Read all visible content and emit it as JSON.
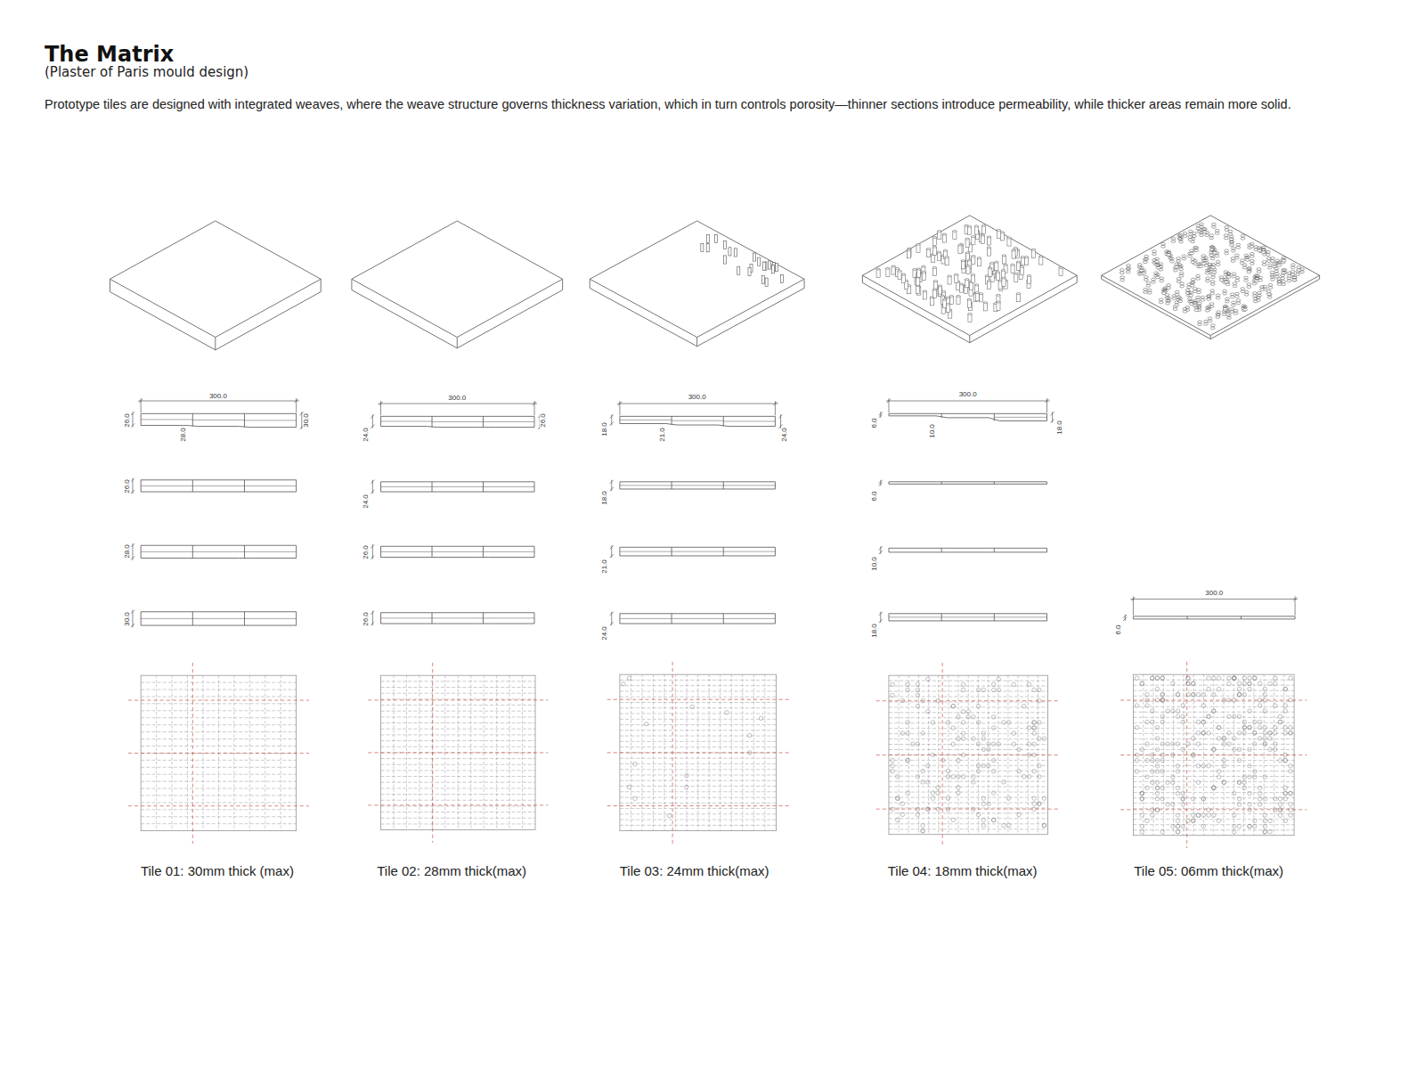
{
  "diagram": {
    "title": "The Matrix",
    "labels": [
      "(Plaster of Paris mould design)",
      "Prototype tiles are designed with integrated weaves, where the weave structure governs thickness variation, which in turn controls porosity—thinner sections introduce permeability, while thicker areas remain more solid.",
      "300.0",
      "26.0",
      "28.0",
      "30.0",
      "26.0",
      "28.0",
      "30.0",
      "300.0",
      "24.0",
      "26.0",
      "24.0",
      "26.0",
      "26.0",
      "300.0",
      "18.0",
      "21.0",
      "24.0",
      "18.0",
      "21.0",
      "24.0",
      "300.0",
      "6.0",
      "10.0",
      "18.0",
      "6.0",
      "10.0",
      "18.0",
      "300.0",
      "6.0",
      "Tile 01: 30mm thick (max)",
      "Tile 02: 28mm thick(max)",
      "Tile 03: 24mm thick(max)",
      "Tile 04: 18mm thick(max)",
      "Tile 05: 06mm thick(max)"
    ]
  }
}
